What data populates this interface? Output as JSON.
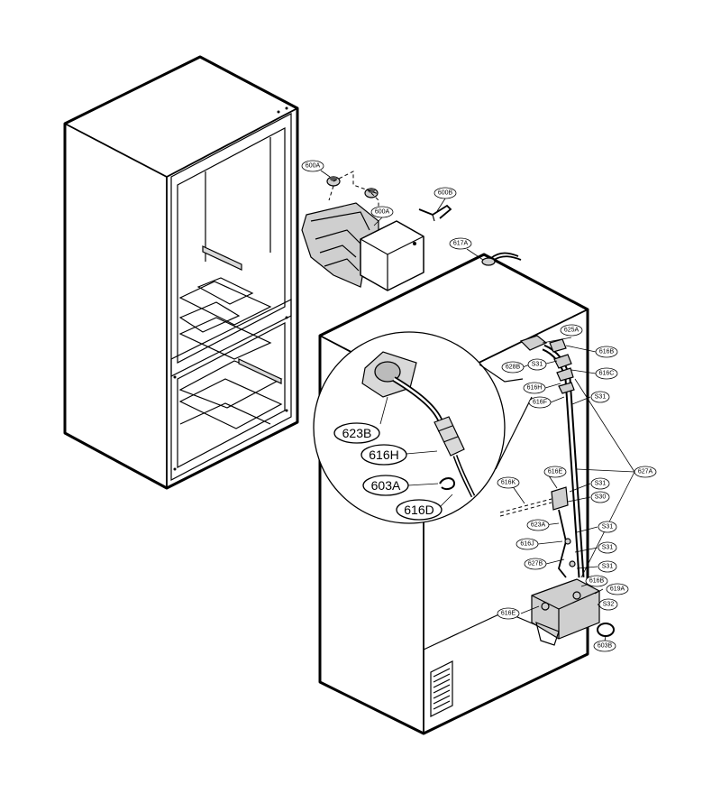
{
  "diagram": {
    "labels_small": {
      "l_600A_top": "600A",
      "l_600A_mid": "600A",
      "l_600B": "600B",
      "l_617A": "617A",
      "l_625A": "625A",
      "l_616B_top": "616B",
      "l_628B": "628B",
      "l_S31_a": "S31",
      "l_616C": "616C",
      "l_616H": "616H",
      "l_616F": "616F",
      "l_S31_b": "S31",
      "l_616E": "616E",
      "l_627A": "627A",
      "l_616K": "616K",
      "l_S31_c": "S31",
      "l_S30": "S30",
      "l_623A": "623A",
      "l_S31_d": "S31",
      "l_616J": "616J",
      "l_S31_e": "S31",
      "l_627B": "627B",
      "l_S31_f": "S31",
      "l_616B_bot": "616B",
      "l_619A": "619A",
      "l_S32": "S32",
      "l_616E_bot": "616E",
      "l_603B": "603B"
    },
    "labels_large": {
      "L_623B": "623B",
      "L_616H": "616H",
      "L_603A": "603A",
      "L_616D": "616D"
    }
  }
}
